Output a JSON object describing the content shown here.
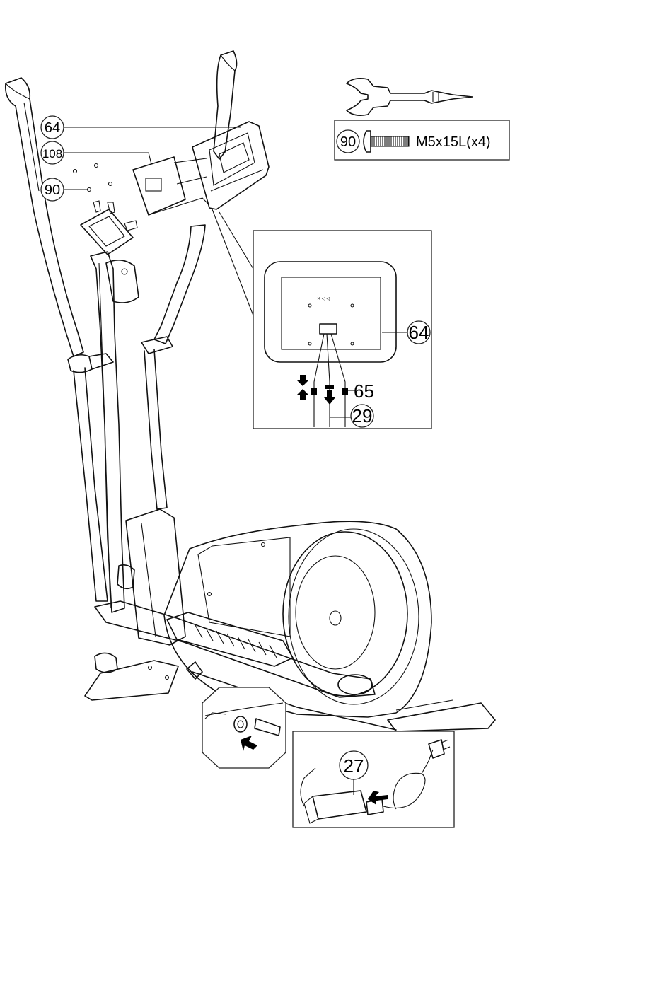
{
  "callouts": {
    "console": "64",
    "bracket": "108",
    "screw": "90",
    "console_detail": "64",
    "connector": "65",
    "cable": "29",
    "adapter": "27"
  },
  "hardware": {
    "part_number": "90",
    "spec": "M5x15L(x4)"
  },
  "icons": [
    "screwdriver-icon",
    "screw-icon",
    "arrow-icon",
    "plug-icon"
  ]
}
